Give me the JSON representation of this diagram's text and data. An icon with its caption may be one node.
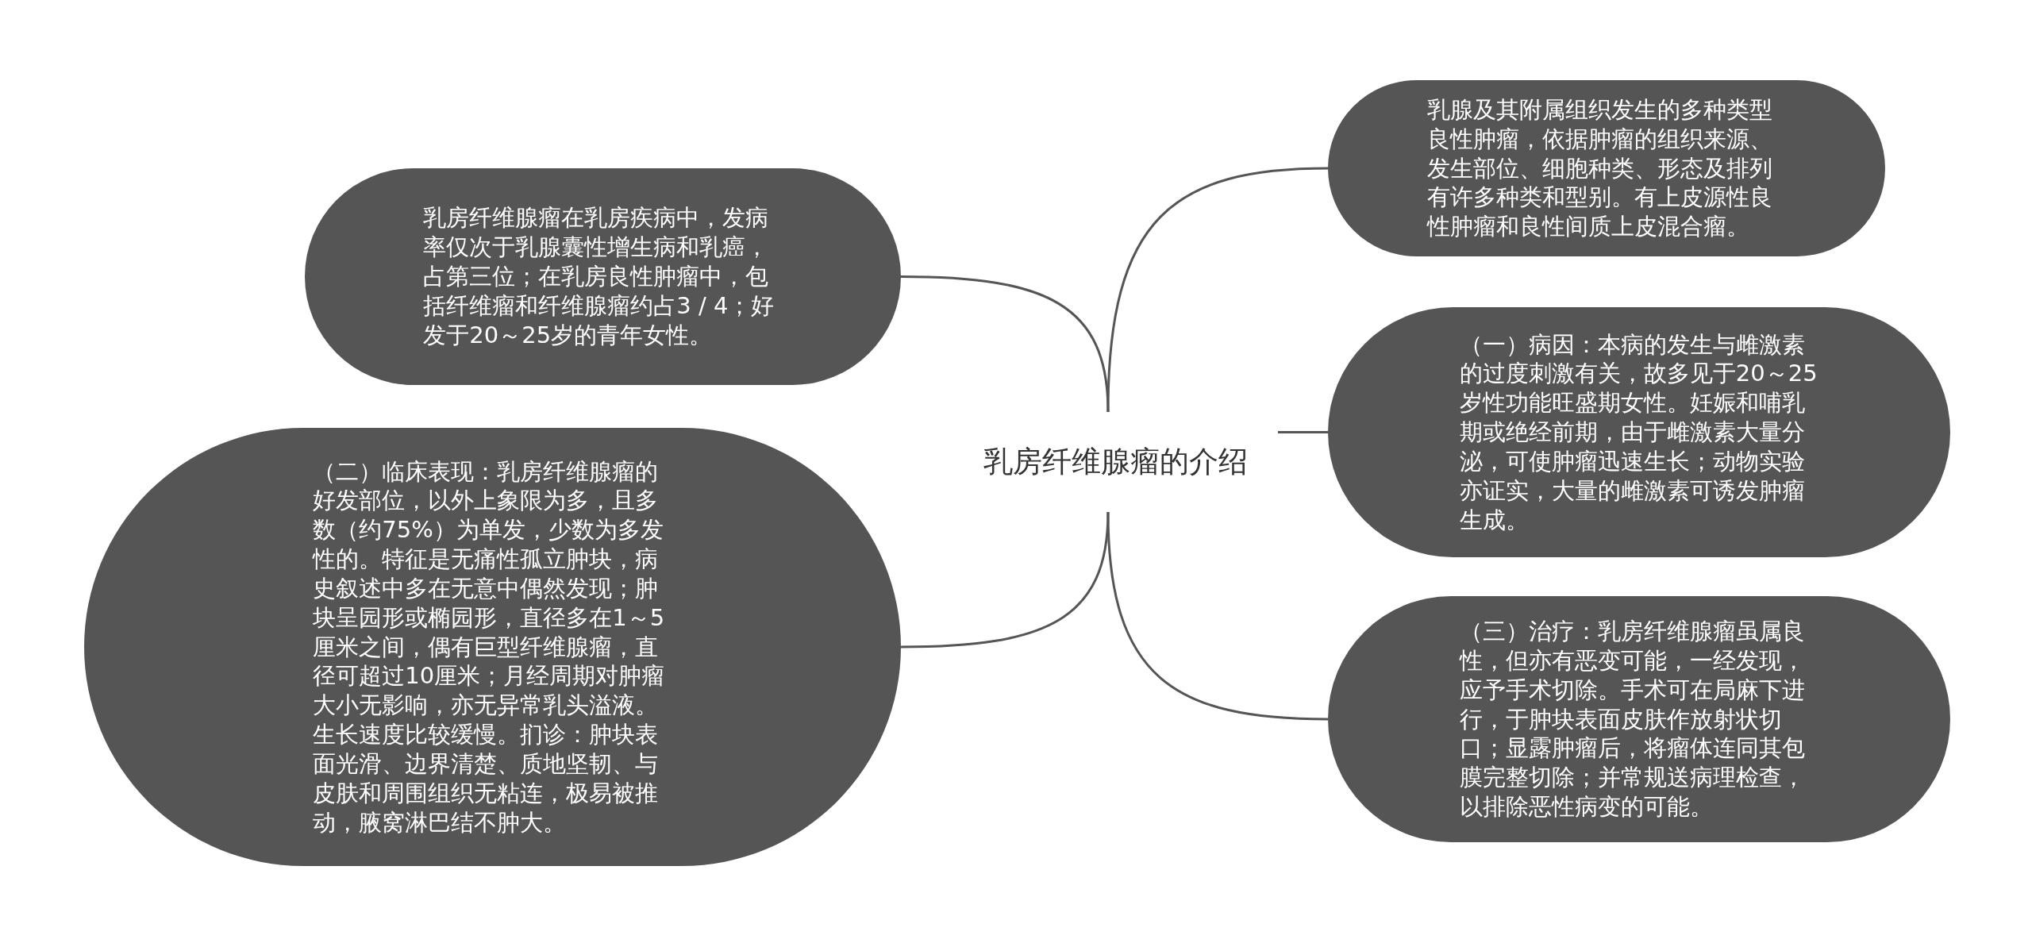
{
  "diagram": {
    "nodes": [
      {
        "text": [
          "乳房纤维腺瘤的介绍"
        ]
      },
      {
        "text": [
          "乳房纤维腺瘤在乳房疾病中，发病率仅次于乳腺囊性增生病和乳癌，占第三位；在乳房良性肿瘤中，包括纤维瘤和纤维腺瘤约占3 / 4；好发于20～25岁的青年女性。"
        ]
      },
      {
        "text": [
          "（二）临床表现：乳房纤维腺瘤的好发部位，以外上象限为多，且多数（约75%）为单发，少数为多发性的。特征是无痛性孤立肿块，病史叙述中多在无意中偶然发现；肿块呈园形或椭园形，直径多在1～5厘米之间，偶有巨型纤维腺瘤，直径可超过10厘米；月经周期对肿瘤大小无影响，亦无异常乳头溢液。生长速度比较缓慢。扪诊：肿块表面光滑、边界清楚、质地坚韧、与皮肤和周围组织无粘连，极易被推动，腋窝淋巴结不肿大。"
        ]
      },
      {
        "text": [
          "乳腺及其附属组织发生的多种类型良性肿瘤，依据肿瘤的组织来源、发生部位、细胞种类、形态及排列有许多种类和型别。有上皮源性良性肿瘤和良性间质上皮混合瘤。"
        ]
      },
      {
        "text": [
          "（一）病因：本病的发生与雌激素的过度刺激有关，故多见于20～25岁性功能旺盛期女性。妊娠和哺乳期或绝经前期，由于雌激素大量分泌，可使肿瘤迅速生长；动物实验亦证实，大量的雌激素可诱发肿瘤生成。"
        ]
      },
      {
        "text": [
          "（三）治疗：乳房纤维腺瘤虽属良性，但亦有恶变可能，一经发现，应予手术切除。手术可在局麻下进行，于肿块表面皮肤作放射状切口；显露肿瘤后，将瘤体连同其包膜完整切除；并常规送病理检查，以排除恶性病变的可能。"
        ]
      }
    ],
    "edges": [
      {
        "from": 0,
        "to": 1,
        "arrow": "none"
      },
      {
        "from": 0,
        "to": 2,
        "arrow": "none"
      },
      {
        "from": 0,
        "to": 3,
        "arrow": "none"
      },
      {
        "from": 0,
        "to": 4,
        "arrow": "none"
      },
      {
        "from": 0,
        "to": 5,
        "arrow": "none"
      }
    ]
  }
}
